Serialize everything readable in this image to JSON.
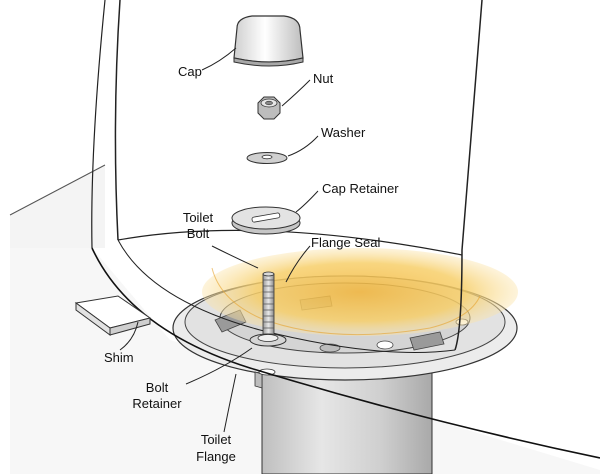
{
  "diagram": {
    "labels": {
      "cap": "Cap",
      "nut": "Nut",
      "washer": "Washer",
      "cap_retainer": "Cap Retainer",
      "toilet_bolt_1": "Toilet",
      "toilet_bolt_2": "Bolt",
      "flange_seal": "Flange Seal",
      "shim": "Shim",
      "bolt_retainer_1": "Bolt",
      "bolt_retainer_2": "Retainer",
      "toilet_flange_1": "Toilet",
      "toilet_flange_2": "Flange"
    },
    "colors": {
      "line": "#222222",
      "flange_seal": "#f7c24a",
      "pipe": "#cfcfcf",
      "floor_line": "#555555"
    },
    "parts": [
      "cap",
      "nut",
      "washer",
      "cap-retainer",
      "toilet-bolt",
      "flange-seal",
      "shim",
      "bolt-retainer",
      "toilet-flange"
    ]
  }
}
